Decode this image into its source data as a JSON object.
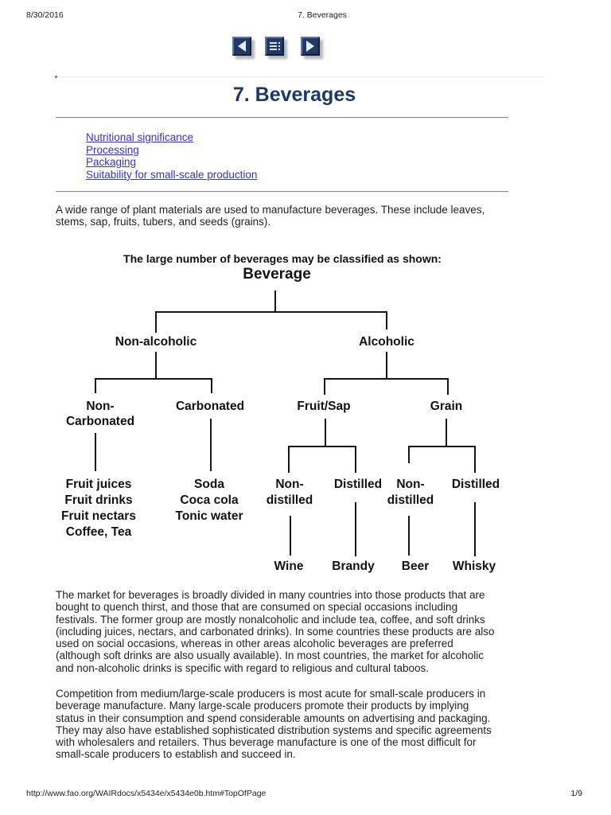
{
  "print_header": {
    "date": "8/30/2016",
    "title": "7. Beverages"
  },
  "print_footer": {
    "url": "http://www.fao.org/WAIRdocs/x5434e/x5434e0b.htm#TopOfPage",
    "page_indicator": "1/9"
  },
  "nav": {
    "back_icon": "left-arrow",
    "contents_icon": "list-with-dots",
    "next_icon": "right-arrow"
  },
  "document": {
    "title": "7. Beverages",
    "toc_links": [
      {
        "label": "Nutritional significance"
      },
      {
        "label": "Processing"
      },
      {
        "label": "Packaging"
      },
      {
        "label": "Suitability for small-scale production"
      }
    ],
    "intro_paragraph": [
      "A wide range of plant materials are used to manufacture beverages. These include leaves,",
      "stems, sap, fruits, tubers, and seeds (grains)."
    ],
    "classification_heading": "The large number of beverages may be classified as shown:",
    "market_paragraph": [
      "The market for beverages is broadly divided in many countries into those products that are",
      "bought to quench thirst, and those that are consumed on special occasions including",
      "festivals. The former group are mostly nonalcoholic and include tea, coffee, and soft drinks",
      "(including juices, nectars, and carbonated drinks). In some countries these products are also",
      "used on social occasions, whereas in other areas alcoholic beverages are preferred",
      "(although soft drinks are also usually available). In most countries, the market for alcoholic",
      "and non-alcoholic drinks is specific with regard to religious and cultural taboos."
    ],
    "competition_paragraph": [
      "Competition from medium/large-scale producers is most acute for small-scale producers in",
      "beverage manufacture. Many large-scale producers promote their products by implying",
      "status in their consumption and spend considerable amounts on advertising and packaging.",
      "They may also have established sophisticated distribution systems and specific agreements",
      "with wholesalers and retailers. Thus beverage manufacture is one of the most difficult for",
      "small-scale producers to establish and succeed in."
    ]
  },
  "diagram": {
    "nodes": {
      "beverage": "Beverage",
      "non_alcoholic": "Non-alcoholic",
      "alcoholic": "Alcoholic",
      "non_carbonated": "Non-\nCarbonated",
      "carbonated": "Carbonated",
      "fruit_sap": "Fruit/Sap",
      "grain": "Grain",
      "non_carbonated_items": [
        "Fruit juices",
        "Fruit drinks",
        "Fruit nectars",
        "Coffee, Tea"
      ],
      "carbonated_items": [
        "Soda",
        "Coca cola",
        "Tonic water"
      ],
      "fruit_non_distilled": "Non-\ndistilled",
      "fruit_distilled": "Distilled",
      "grain_non_distilled": "Non-\ndistilled",
      "grain_distilled": "Distilled",
      "wine": "Wine",
      "brandy": "Brandy",
      "beer": "Beer",
      "whisky": "Whisky"
    }
  },
  "colors": {
    "title_navy": "#1b3964",
    "link_blue": "#3333cc",
    "button_navy": "#1f3a66",
    "line_black": "#151515"
  }
}
